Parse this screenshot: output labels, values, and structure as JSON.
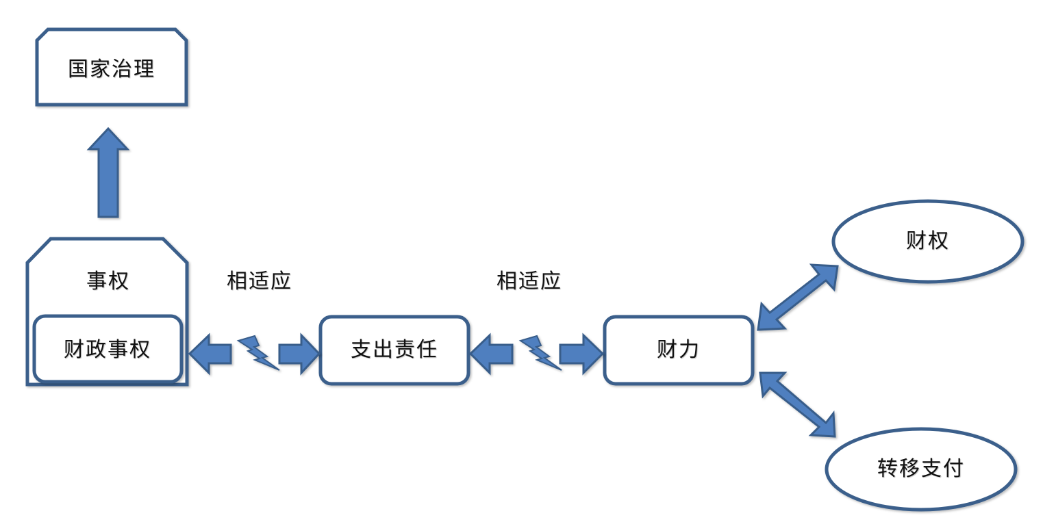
{
  "colors": {
    "box_stroke": "#3a5f8b",
    "arrow_fill": "#4f7fbf",
    "arrow_stroke": "#385d8a",
    "bolt_fill": "#4f7fbf"
  },
  "nodes": {
    "national_governance": "国家治理",
    "shiquan": "事权",
    "fiscal_shiquan": "财政事权",
    "expenditure_responsibility": "支出责任",
    "financial_capacity": "财力",
    "caiquan": "财权",
    "transfer_payment": "转移支付"
  },
  "connectors": {
    "adapt_left": "相适应",
    "adapt_right": "相适应"
  },
  "icons": {
    "up_arrow": "up-arrow-icon",
    "double_arrow": "double-arrow-icon",
    "lightning_bolt": "lightning-bolt-icon"
  }
}
